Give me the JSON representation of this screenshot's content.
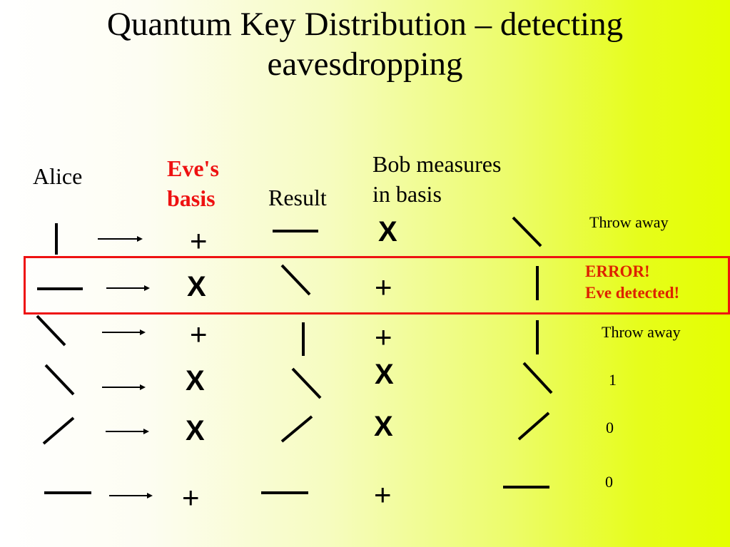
{
  "slide": {
    "title_line1": "Quantum Key Distribution – detecting",
    "title_line2": "eavesdropping"
  },
  "headers": {
    "alice": "Alice",
    "eve_line1": "Eve's",
    "eve_line2": "basis",
    "result": "Result",
    "bob_line1": "Bob measures",
    "bob_line2": "in basis"
  },
  "colors": {
    "highlight": "#ee1111",
    "error_text": "#dd2200",
    "background_left": "#ffffff",
    "background_right": "#e4ff00"
  },
  "rows": [
    {
      "alice": "vertical",
      "eve_basis": "+",
      "result": "horizontal",
      "bob_basis": "X",
      "bob_result": "diagonal-down",
      "outcome": "Throw away"
    },
    {
      "alice": "horizontal",
      "eve_basis": "X",
      "result": "diagonal-down",
      "bob_basis": "+",
      "bob_result": "vertical",
      "outcome_line1": "ERROR!",
      "outcome_line2": "Eve detected!",
      "highlighted": true
    },
    {
      "alice": "diagonal-down",
      "eve_basis": "+",
      "result": "vertical",
      "bob_basis": "+",
      "bob_result": "vertical",
      "outcome": "Throw away"
    },
    {
      "alice": "diagonal-down",
      "eve_basis": "X",
      "result": "diagonal-down",
      "bob_basis": "X",
      "bob_result": "diagonal-down",
      "outcome": "1"
    },
    {
      "alice": "diagonal-up",
      "eve_basis": "X",
      "result": "diagonal-up",
      "bob_basis": "X",
      "bob_result": "diagonal-up",
      "outcome": "0"
    },
    {
      "alice": "horizontal",
      "eve_basis": "+",
      "result": "horizontal",
      "bob_basis": "+",
      "bob_result": "horizontal",
      "outcome": "0"
    }
  ]
}
